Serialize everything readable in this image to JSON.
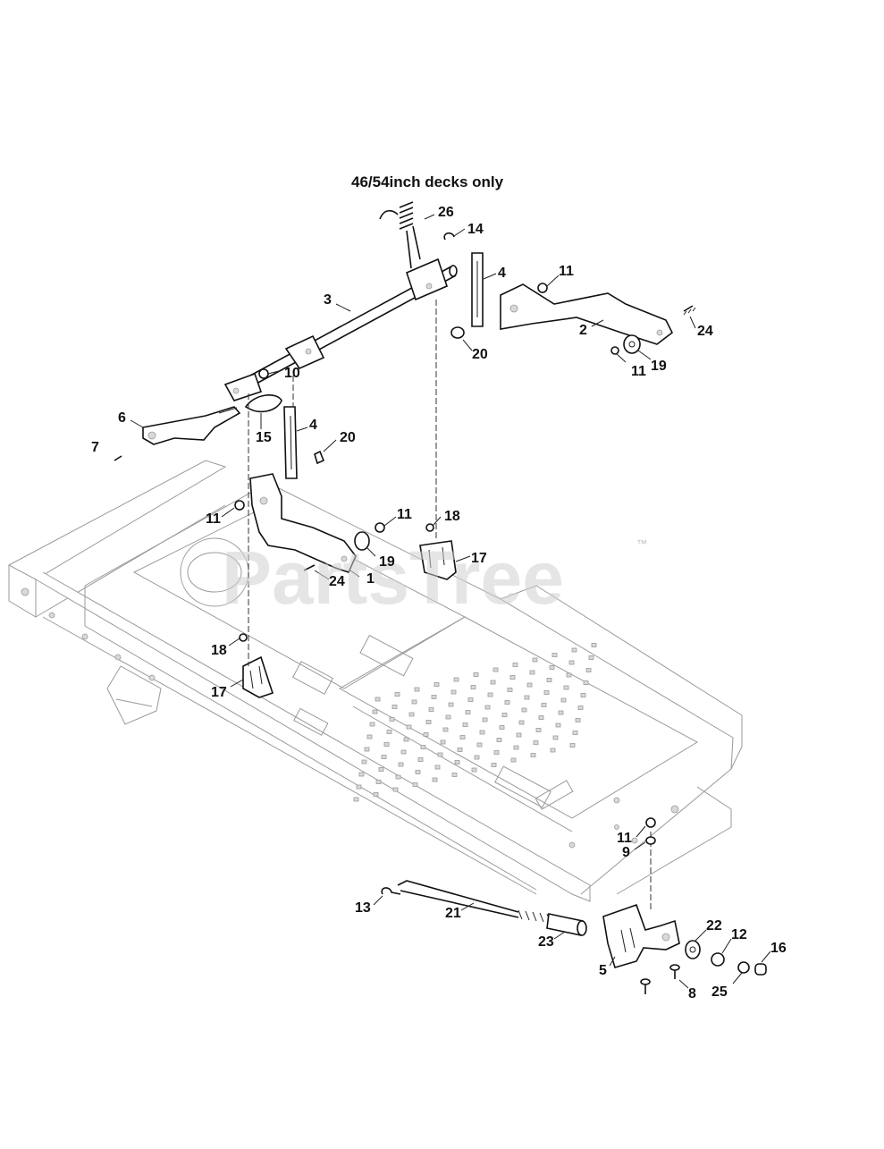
{
  "diagram": {
    "title": "46/54inch decks only",
    "watermark": "PartsTree",
    "trademark": "™",
    "callouts": [
      {
        "id": "c26",
        "label": "26"
      },
      {
        "id": "c14",
        "label": "14"
      },
      {
        "id": "c4a",
        "label": "4"
      },
      {
        "id": "c11a",
        "label": "11"
      },
      {
        "id": "c3",
        "label": "3"
      },
      {
        "id": "c2",
        "label": "2"
      },
      {
        "id": "c24a",
        "label": "24"
      },
      {
        "id": "c20a",
        "label": "20"
      },
      {
        "id": "c11b",
        "label": "11"
      },
      {
        "id": "c19a",
        "label": "19"
      },
      {
        "id": "c10",
        "label": "10"
      },
      {
        "id": "c6",
        "label": "6"
      },
      {
        "id": "c15",
        "label": "15"
      },
      {
        "id": "c4b",
        "label": "4"
      },
      {
        "id": "c20b",
        "label": "20"
      },
      {
        "id": "c7",
        "label": "7"
      },
      {
        "id": "c11c",
        "label": "11"
      },
      {
        "id": "c11d",
        "label": "11"
      },
      {
        "id": "c18a",
        "label": "18"
      },
      {
        "id": "c17a",
        "label": "17"
      },
      {
        "id": "c19b",
        "label": "19"
      },
      {
        "id": "c24b",
        "label": "24"
      },
      {
        "id": "c1",
        "label": "1"
      },
      {
        "id": "c18b",
        "label": "18"
      },
      {
        "id": "c17b",
        "label": "17"
      },
      {
        "id": "c11e",
        "label": "11"
      },
      {
        "id": "c9",
        "label": "9"
      },
      {
        "id": "c13",
        "label": "13"
      },
      {
        "id": "c21",
        "label": "21"
      },
      {
        "id": "c23",
        "label": "23"
      },
      {
        "id": "c22",
        "label": "22"
      },
      {
        "id": "c12",
        "label": "12"
      },
      {
        "id": "c16",
        "label": "16"
      },
      {
        "id": "c5",
        "label": "5"
      },
      {
        "id": "c8",
        "label": "8"
      },
      {
        "id": "c25",
        "label": "25"
      }
    ]
  }
}
